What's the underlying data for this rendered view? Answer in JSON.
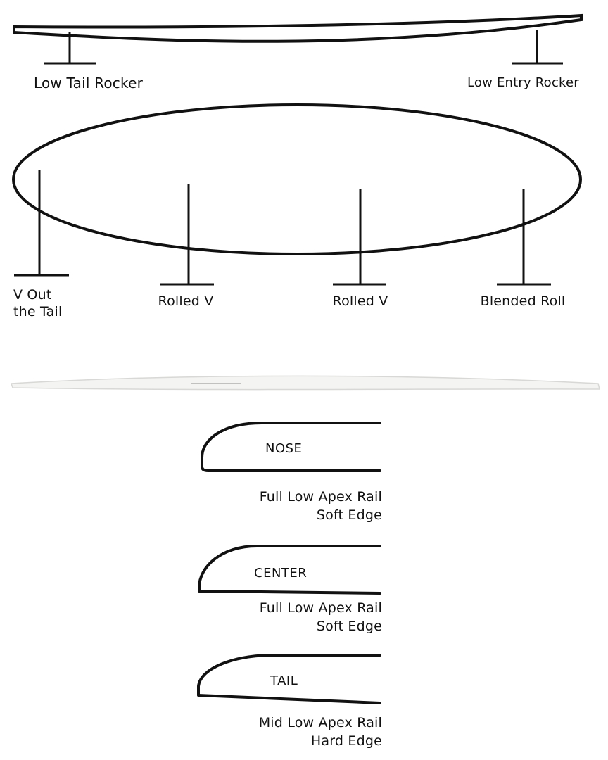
{
  "rocker": {
    "tail_label": "Low Tail Rocker",
    "entry_label": "Low Entry Rocker"
  },
  "bottom_contours": [
    {
      "line1": "V Out",
      "line2": "the Tail"
    },
    {
      "line1": "Rolled V"
    },
    {
      "line1": "Rolled V"
    },
    {
      "line1": "Blended Roll"
    }
  ],
  "rails": [
    {
      "section": "NOSE",
      "line1": "Full Low Apex Rail",
      "line2": "Soft Edge"
    },
    {
      "section": "CENTER",
      "line1": "Full Low Apex Rail",
      "line2": "Soft Edge"
    },
    {
      "section": "TAIL",
      "line1": "Mid Low Apex Rail",
      "line2": "Hard Edge"
    }
  ],
  "colors": {
    "stroke": "#111111",
    "board_fill": "#f4f4f2"
  }
}
